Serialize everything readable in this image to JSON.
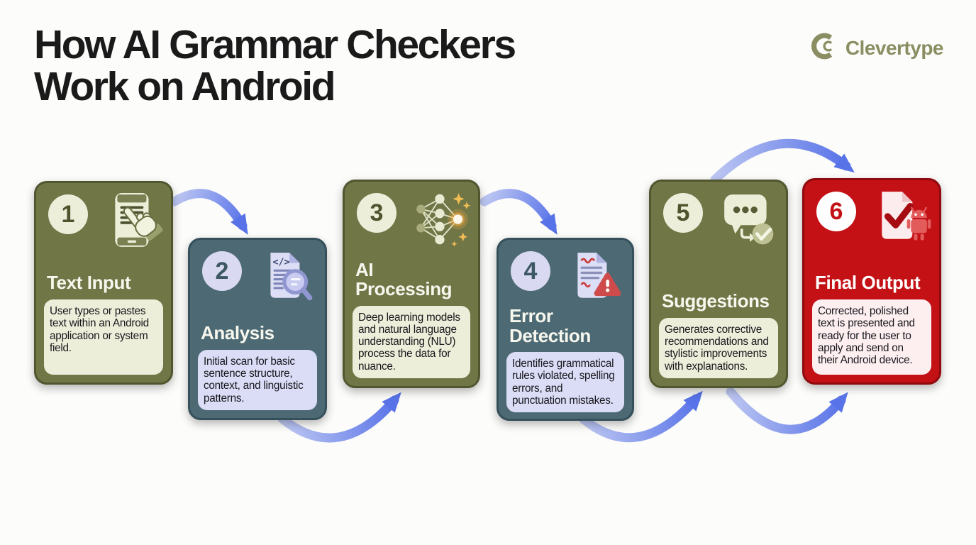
{
  "header": {
    "title": "How AI Grammar Checkers\nWork on Android",
    "brand": {
      "name": "Clevertype"
    }
  },
  "steps": [
    {
      "number": "1",
      "title": "Text Input",
      "description": "User types or pastes text within an Android application or system field.",
      "theme": "olive",
      "icon": "smartphone-tap-icon"
    },
    {
      "number": "2",
      "title": "Analysis",
      "description": "Initial scan for basic sentence structure, context, and linguistic patterns.",
      "theme": "slate",
      "icon": "document-magnifier-icon"
    },
    {
      "number": "3",
      "title": "AI\nProcessing",
      "description": "Deep learning models and natural language understanding (NLU) process the data for nuance.",
      "theme": "olive",
      "icon": "neural-network-icon"
    },
    {
      "number": "4",
      "title": "Error\nDetection",
      "description": "Identifies grammatical rules violated, spelling errors, and punctuation mistakes.",
      "theme": "slate",
      "icon": "document-warning-icon"
    },
    {
      "number": "5",
      "title": "Suggestions",
      "description": "Generates corrective recommendations and stylistic improvements with explanations.",
      "theme": "olive",
      "icon": "chat-check-icon"
    },
    {
      "number": "6",
      "title": "Final Output",
      "description": "Corrected, polished text is presented and ready for the user to apply and send on their Android device.",
      "theme": "red",
      "icon": "document-check-android-icon"
    }
  ],
  "colors": {
    "background": "#fcfcfa",
    "olive_card": "#717647",
    "olive_light": "#edeed9",
    "slate_card": "#4d6a74",
    "slate_light": "#dbdcf6",
    "red_card": "#c31116",
    "red_light": "#fdeff0",
    "arrow_head": "#5873e8",
    "arrow_tail": "#bcc6f2",
    "brand_olive": "#8a8e62",
    "title_text": "#1a1a1a"
  }
}
